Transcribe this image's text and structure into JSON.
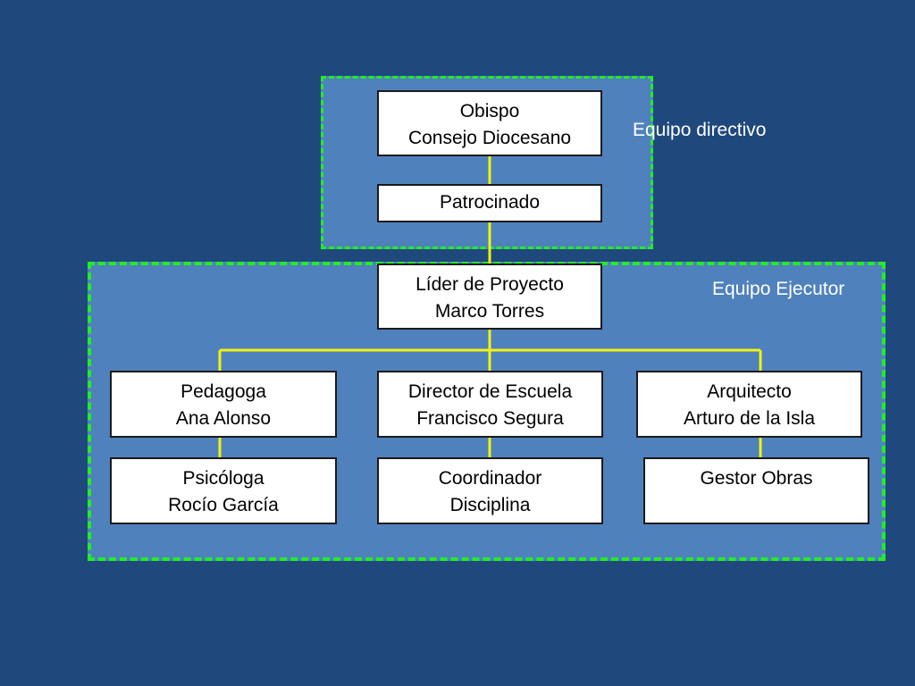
{
  "colors": {
    "background": "#1f497d",
    "group_fill": "#4f81bd",
    "group_border": "#22ee22",
    "connector": "#f2f20e",
    "box_fill": "#ffffff"
  },
  "groups": {
    "directivo": "Equipo directivo",
    "ejecutor": "Equipo Ejecutor"
  },
  "nodes": {
    "obispo": [
      "Obispo",
      "Consejo Diocesano"
    ],
    "patrocinado": [
      "Patrocinado"
    ],
    "lider": [
      "Líder  de Proyecto",
      "Marco Torres"
    ],
    "pedagoga": [
      "Pedagoga",
      "Ana Alonso"
    ],
    "director": [
      "Director de Escuela",
      "Francisco Segura"
    ],
    "arquitecto": [
      "Arquitecto",
      "Arturo de la Isla"
    ],
    "psicologa": [
      "Psicóloga",
      "Rocío García"
    ],
    "coordinador": [
      "Coordinador",
      "Disciplina"
    ],
    "gestor": [
      "Gestor Obras"
    ]
  }
}
